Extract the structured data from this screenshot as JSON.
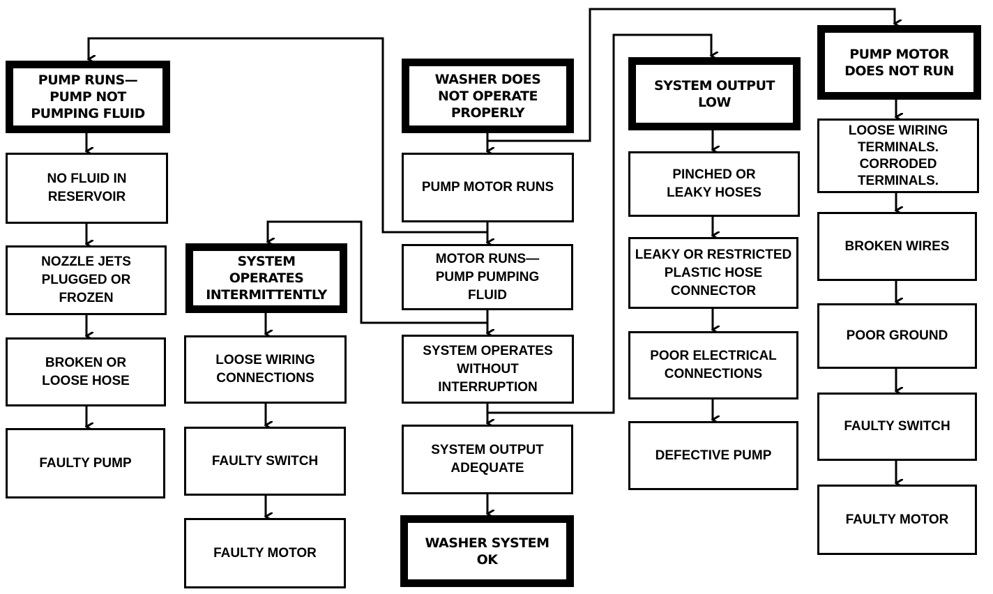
{
  "columns": {
    "pump_not_pumping": {
      "header": "PUMP RUNS—\nPUMP NOT\nPUMPING FLUID",
      "steps": [
        "NO FLUID IN\nRESERVOIR",
        "NOZZLE JETS\nPLUGGED OR\nFROZEN",
        "BROKEN OR\nLOOSE HOSE",
        "FAULTY PUMP"
      ]
    },
    "intermittent": {
      "header": "SYSTEM\nOPERATES\nINTERMITTENTLY",
      "steps": [
        "LOOSE WIRING\nCONNECTIONS",
        "FAULTY SWITCH",
        "FAULTY MOTOR"
      ]
    },
    "main": {
      "header": "WASHER DOES\nNOT OPERATE\nPROPERLY",
      "steps": [
        "PUMP MOTOR RUNS",
        "MOTOR RUNS—\nPUMP PUMPING\nFLUID",
        "SYSTEM OPERATES\nWITHOUT\nINTERRUPTION",
        "SYSTEM OUTPUT\nADEQUATE"
      ],
      "result": "WASHER SYSTEM\nOK"
    },
    "output_low": {
      "header": "SYSTEM OUTPUT\nLOW",
      "steps": [
        "PINCHED OR\nLEAKY HOSES",
        "LEAKY OR RESTRICTED\nPLASTIC HOSE\nCONNECTOR",
        "POOR ELECTRICAL\nCONNECTIONS",
        "DEFECTIVE PUMP"
      ]
    },
    "motor_not_run": {
      "header": "PUMP MOTOR\nDOES NOT RUN",
      "steps": [
        "LOOSE WIRING\nTERMINALS.\nCORRODED\nTERMINALS.",
        "BROKEN WIRES",
        "POOR GROUND",
        "FAULTY SWITCH",
        "FAULTY MOTOR"
      ]
    }
  }
}
